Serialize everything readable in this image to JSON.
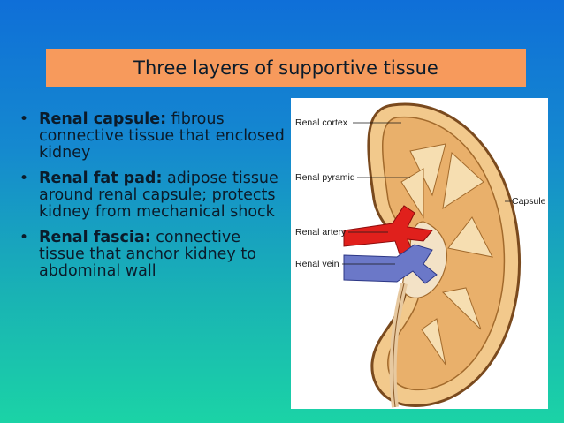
{
  "slide": {
    "title": "Three layers of supportive tissue",
    "bullets": [
      {
        "term": "Renal capsule:",
        "text": " fibrous connective tissue that enclosed kidney"
      },
      {
        "term": "Renal fat pad:",
        "text": " adipose tissue around renal capsule; protects kidney from mechanical shock"
      },
      {
        "term": "Renal fascia:",
        "text": " connective tissue that anchor kidney to abdominal wall"
      }
    ]
  },
  "figure": {
    "labels": {
      "cortex": "Renal cortex",
      "pyramid": "Renal pyramid",
      "artery": "Renal artery",
      "vein": "Renal vein",
      "capsule": "Capsule"
    }
  }
}
